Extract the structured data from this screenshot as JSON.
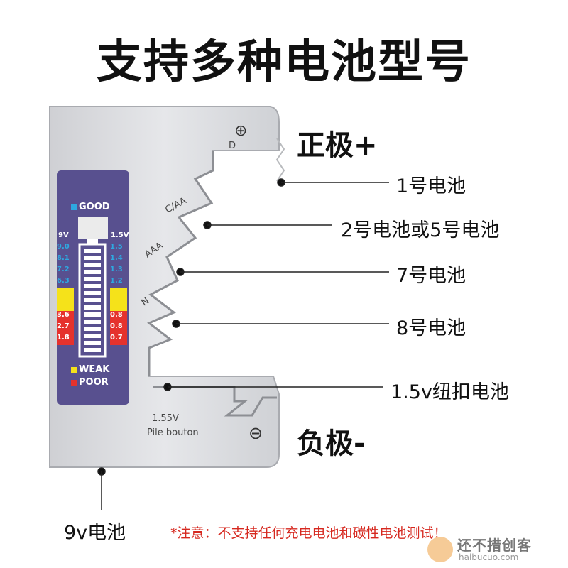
{
  "title": "支持多种电池型号",
  "positive_label": "正极+",
  "negative_label": "负极-",
  "battery_labels": [
    "1号电池",
    "2号电池或5号电池",
    "7号电池",
    "8号电池",
    "1.5v纽扣电池"
  ],
  "nine_volt_label": "9v电池",
  "warning": "*注意：不支持任何充电电池和碳性电池测试！",
  "device": {
    "slot_labels": [
      "D",
      "C/AA",
      "AAA",
      "N"
    ],
    "plus_symbol": "⊕",
    "minus_symbol": "⊖",
    "button_label_1": "1.55V",
    "button_label_2": "Pile bouton",
    "good": "GOOD",
    "weak": "WEAK",
    "poor": "POOR",
    "left_header": "9V",
    "right_header": "1.5V",
    "left_scale": [
      "9.0",
      "8.1",
      "7.2",
      "6.3",
      "",
      "",
      "3.6",
      "2.7",
      "1.8"
    ],
    "right_scale": [
      "1.5",
      "1.4",
      "1.3",
      "1.2",
      "",
      "",
      "0.8",
      "0.8",
      "0.7"
    ]
  },
  "watermark": {
    "text": "还不措创客",
    "url": "haibucuo.com"
  },
  "colors": {
    "panel": "#58508f",
    "good": "#2ea8e0",
    "weak": "#f5e21a",
    "poor": "#e5322d",
    "device_body": "#dcdde0"
  }
}
